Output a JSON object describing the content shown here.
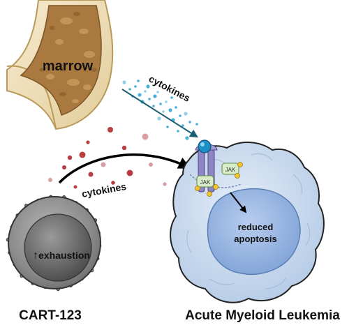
{
  "labels": {
    "marrow": "marrow",
    "cytokines_top": "cytokines",
    "cytokines_bottom": "cytokines",
    "jak_left": "JAK",
    "jak_right": "JAK",
    "reduced": "reduced",
    "apoptosis": "apoptosis",
    "exhaustion_arrow": "↑",
    "exhaustion": "exhaustion",
    "cart": "CART-123",
    "aml": "Acute Myeloid Leukemia"
  },
  "colors": {
    "bone_shell": "#f1e3bf",
    "marrow": "#a9793f",
    "cyan_dots": "#37a9d4",
    "red_dots": "#b0292c",
    "arrow_teal": "#1c5f74",
    "arrow_black": "#000000",
    "aml_cell": "#c4d6ec",
    "aml_nucleus": "#8fb0de",
    "receptor": "#8e86c4",
    "cytokine_ball": "#1e90c8",
    "jak_green": "#d7ecc7",
    "phospho": "#f4c430",
    "t_cell": "#8c8c8c",
    "t_nucleus": "#555555"
  },
  "icons": [
    "bone-marrow-icon",
    "receptor-icon",
    "aml-cell-icon",
    "t-cell-icon"
  ]
}
